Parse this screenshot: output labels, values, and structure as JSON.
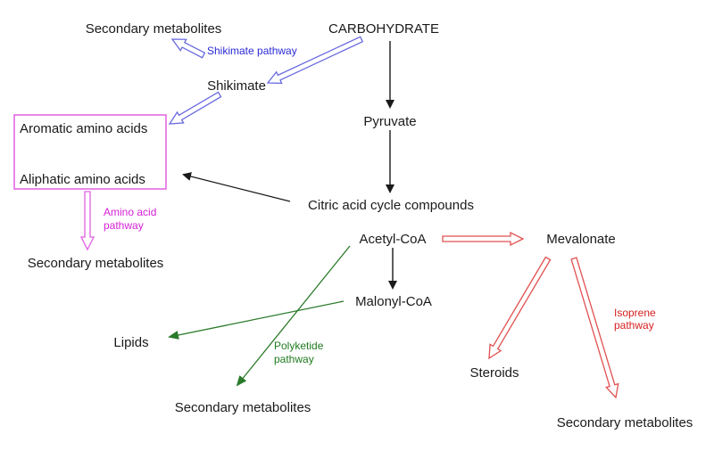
{
  "nodes": {
    "carbohydrate": "CARBOHYDRATE",
    "secondary_top": "Secondary metabolites",
    "shikimate": "Shikimate",
    "aromatic": "Aromatic amino acids",
    "aliphatic": "Aliphatic amino acids",
    "pyruvate": "Pyruvate",
    "citric": "Citric acid cycle compounds",
    "acetyl": "Acetyl-CoA",
    "mevalonate": "Mevalonate",
    "secondary_left": "Secondary metabolites",
    "malonyl": "Malonyl-CoA",
    "lipids": "Lipids",
    "steroids": "Steroids",
    "secondary_bottom": "Secondary metabolites",
    "secondary_right": "Secondary metabolites"
  },
  "pathways": {
    "shikimate": {
      "line1": "Shikimate pathway",
      "color": "#2b2bd6"
    },
    "amino": {
      "line1": "Amino acid",
      "line2": "pathway",
      "color": "#d61fd6"
    },
    "polyketide": {
      "line1": "Polyketide",
      "line2": "pathway",
      "color": "#1f7a1f"
    },
    "isoprene": {
      "line1": "Isoprene",
      "line2": "pathway",
      "color": "#d62020"
    }
  },
  "colors": {
    "shikimate_arrow": "#6a6ae0",
    "amino_arrow": "#e060e0",
    "amino_box": "#e060e0",
    "polyketide_arrow": "#2a7a2a",
    "isoprene_arrow": "#e05050",
    "main_arrow": "#1a1a1a"
  }
}
